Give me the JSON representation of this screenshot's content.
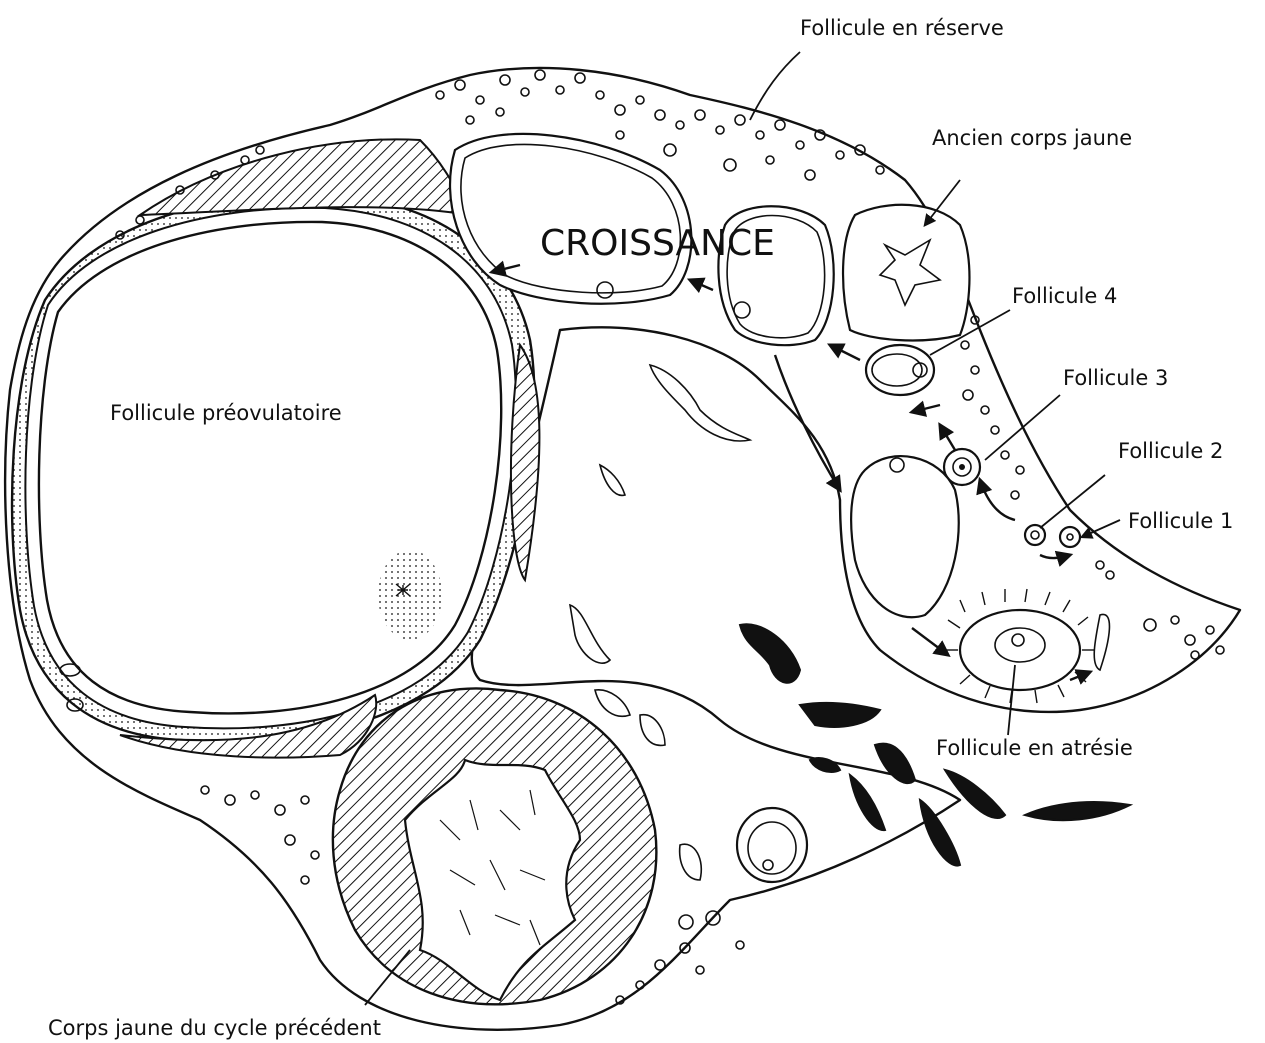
{
  "diagram": {
    "title": "CROISSANCE",
    "labels": {
      "reserve": "Follicule en réserve",
      "ancien": "Ancien corps jaune",
      "f4": "Follicule 4",
      "f3": "Follicule 3",
      "f2": "Follicule 2",
      "f1": "Follicule 1",
      "preov": "Follicule préovulatoire",
      "atresie": "Follicule en atrésie",
      "corps": "Corps jaune du cycle précédent"
    },
    "colors": {
      "ink": "#111111",
      "paper": "#ffffff"
    }
  }
}
